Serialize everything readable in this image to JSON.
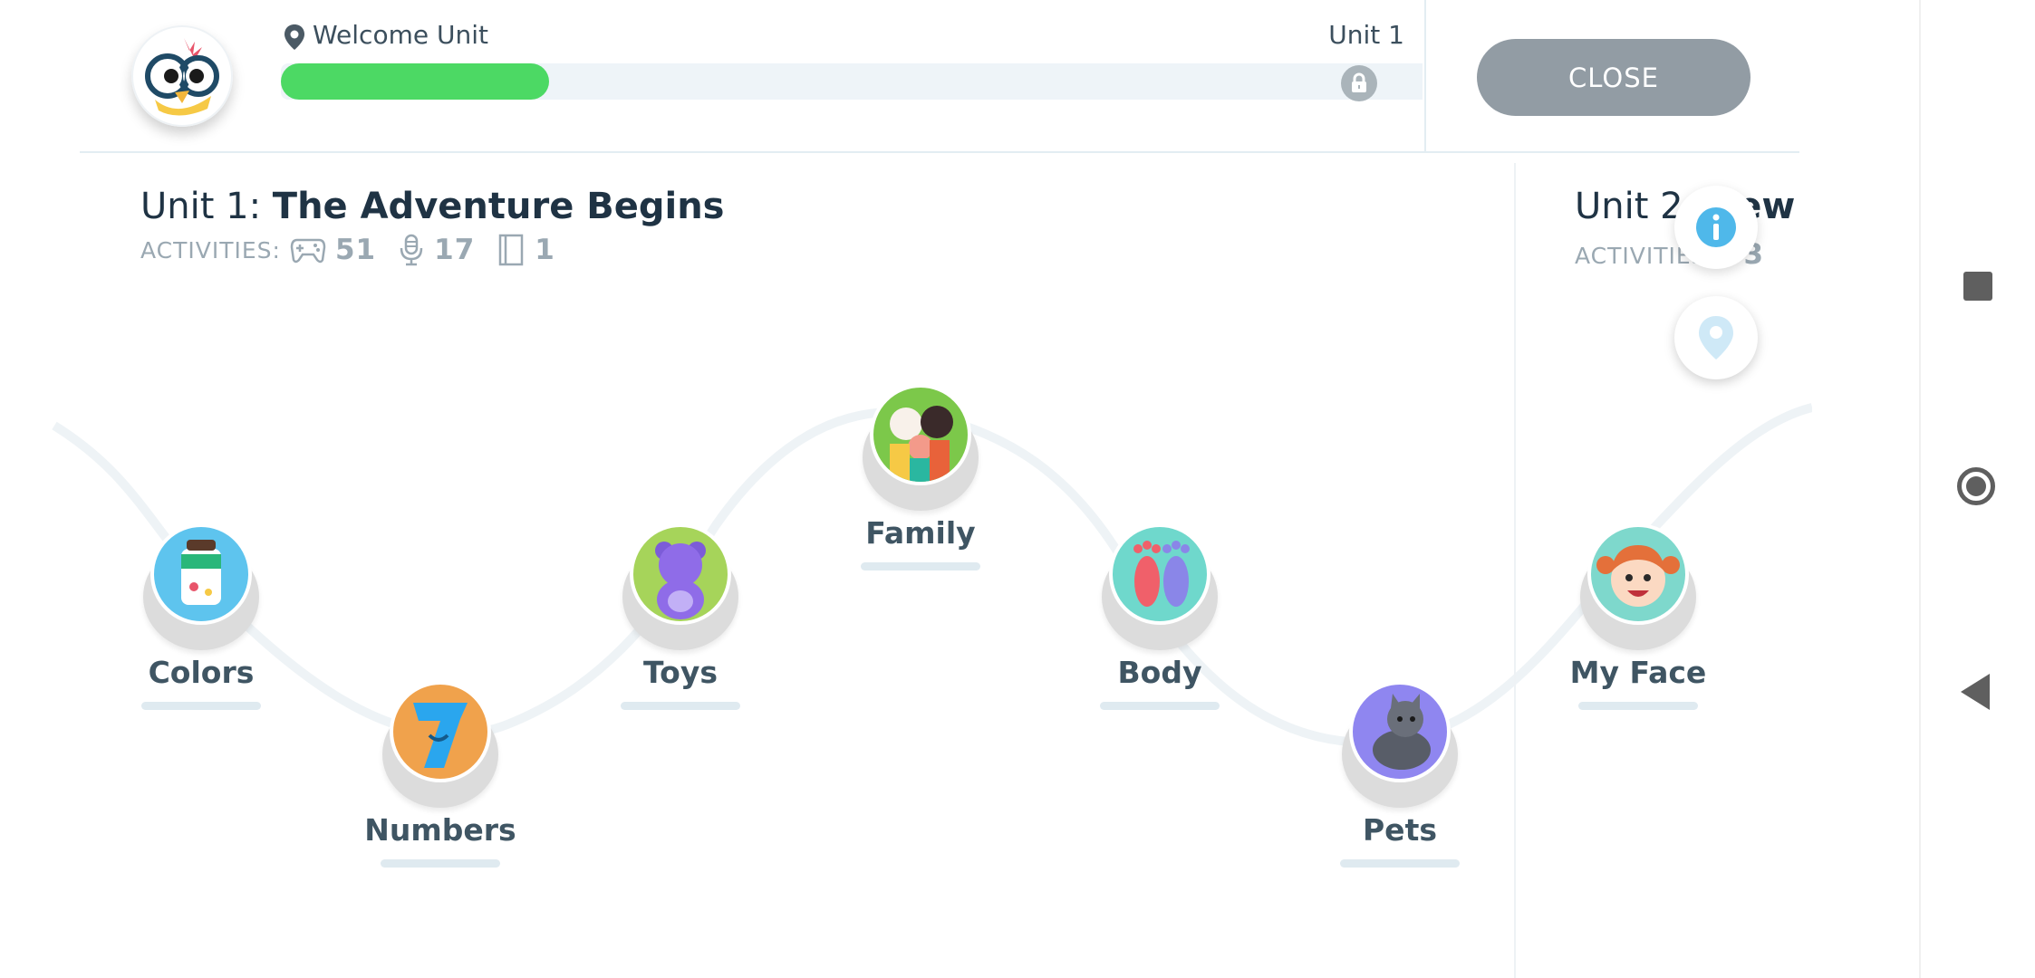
{
  "header": {
    "current_unit": "Welcome Unit",
    "next_unit": "Unit 1",
    "progress": 0.235,
    "close_label": "CLOSE"
  },
  "unit": {
    "prefix": "Unit 1: ",
    "title": "The Adventure Begins",
    "activities_label": "ACTIVITIES:",
    "games": "51",
    "speaking": "17",
    "books": "1"
  },
  "next_unit_peek": {
    "prefix": "Unit 2: ",
    "title": "New S",
    "activities_label": "ACTIVITIES:",
    "count": "53"
  },
  "lessons": [
    {
      "label": "Colors",
      "color": "#5ec4ee"
    },
    {
      "label": "Numbers",
      "color": "#f0a24c"
    },
    {
      "label": "Toys",
      "color": "#a6d45a"
    },
    {
      "label": "Family",
      "color": "#7cc84a"
    },
    {
      "label": "Body",
      "color": "#6fd8cc"
    },
    {
      "label": "Pets",
      "color": "#8f86f0"
    },
    {
      "label": "My Face",
      "color": "#7ed8cc"
    }
  ],
  "colors": {
    "progress": "#4cd964",
    "close_button": "#929ca4",
    "info": "#4fb8ea"
  },
  "icons": [
    "pin-icon",
    "lock-icon",
    "gamepad-icon",
    "microphone-icon",
    "book-icon",
    "info-icon",
    "location-icon"
  ]
}
